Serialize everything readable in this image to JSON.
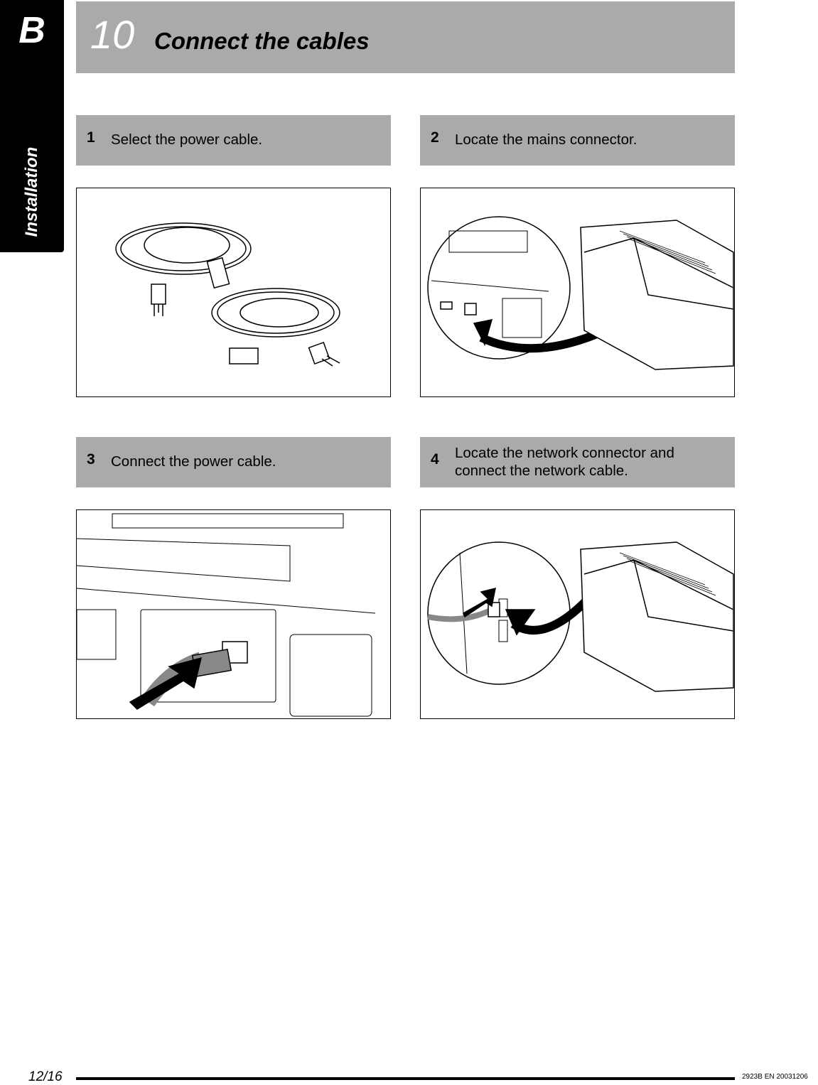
{
  "side_tab": {
    "letter": "B",
    "section": "Installation"
  },
  "header": {
    "step_number": "10",
    "title": "Connect the cables"
  },
  "steps": [
    {
      "number": "1",
      "text": "Select the power cable.",
      "figure": "power-cables-illustration"
    },
    {
      "number": "2",
      "text": "Locate the mains connector.",
      "figure": "mains-connector-illustration"
    },
    {
      "number": "3",
      "text": "Connect the power cable.",
      "figure": "connect-power-cable-illustration"
    },
    {
      "number": "4",
      "text": "Locate the network connector and connect the network cable.",
      "figure": "network-connector-illustration"
    }
  ],
  "footer": {
    "page": "12/16",
    "doc_code": "2923B EN 20031206"
  },
  "colors": {
    "header_gray": "#aaaaaa",
    "tab_black": "#000000"
  }
}
